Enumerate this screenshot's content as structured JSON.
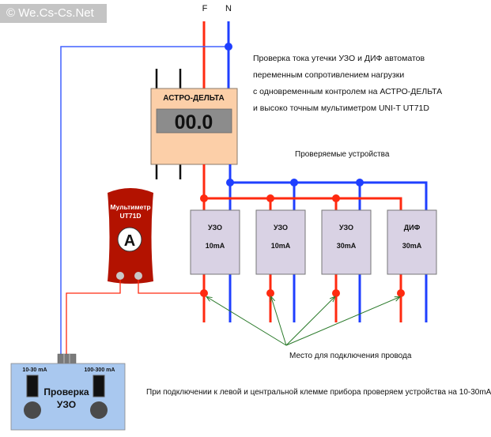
{
  "watermark": "© We.Cs-Cs.Net",
  "wires": {
    "phase_label": "F",
    "neutral_label": "N"
  },
  "colors": {
    "phase": "#ff2a10",
    "neutral": "#1f3fff",
    "meter_body": "#fccfa8",
    "meter_display": "#8c8c8c",
    "device_body": "#d9d2e4",
    "multimeter_body": "#b31200",
    "tester_body": "#a9c8ef",
    "arrow": "#2a7a2a"
  },
  "description_lines": [
    "Проверка тока утечки УЗО и ДИФ автоматов",
    "переменным сопротивлением нагрузки",
    "с одновременным контролем на АСТРО-ДЕЛЬТА",
    "и высоко точным мультиметром UNI-T UT71D"
  ],
  "astro_delta": {
    "title": "АСТРО-ДЕЛЬТА",
    "display_value": "00.0"
  },
  "devices_heading": "Проверяемые устройства",
  "devices": [
    {
      "type": "УЗО",
      "rating": "10mA"
    },
    {
      "type": "УЗО",
      "rating": "10mA"
    },
    {
      "type": "УЗО",
      "rating": "30mA"
    },
    {
      "type": "ДИФ",
      "rating": "30mA"
    }
  ],
  "multimeter": {
    "title_line1": "Мультиметр",
    "title_line2": "UT71D",
    "mode_symbol": "A"
  },
  "tester": {
    "title_line1": "Проверка",
    "title_line2": "УЗО",
    "left_range": "10-30 mA",
    "right_range": "100-300 mA"
  },
  "connection_point_label": "Место для подключения провода",
  "footer_note": "При подключении к левой и центральной клемме прибора проверяем устройства на 10-30mA"
}
